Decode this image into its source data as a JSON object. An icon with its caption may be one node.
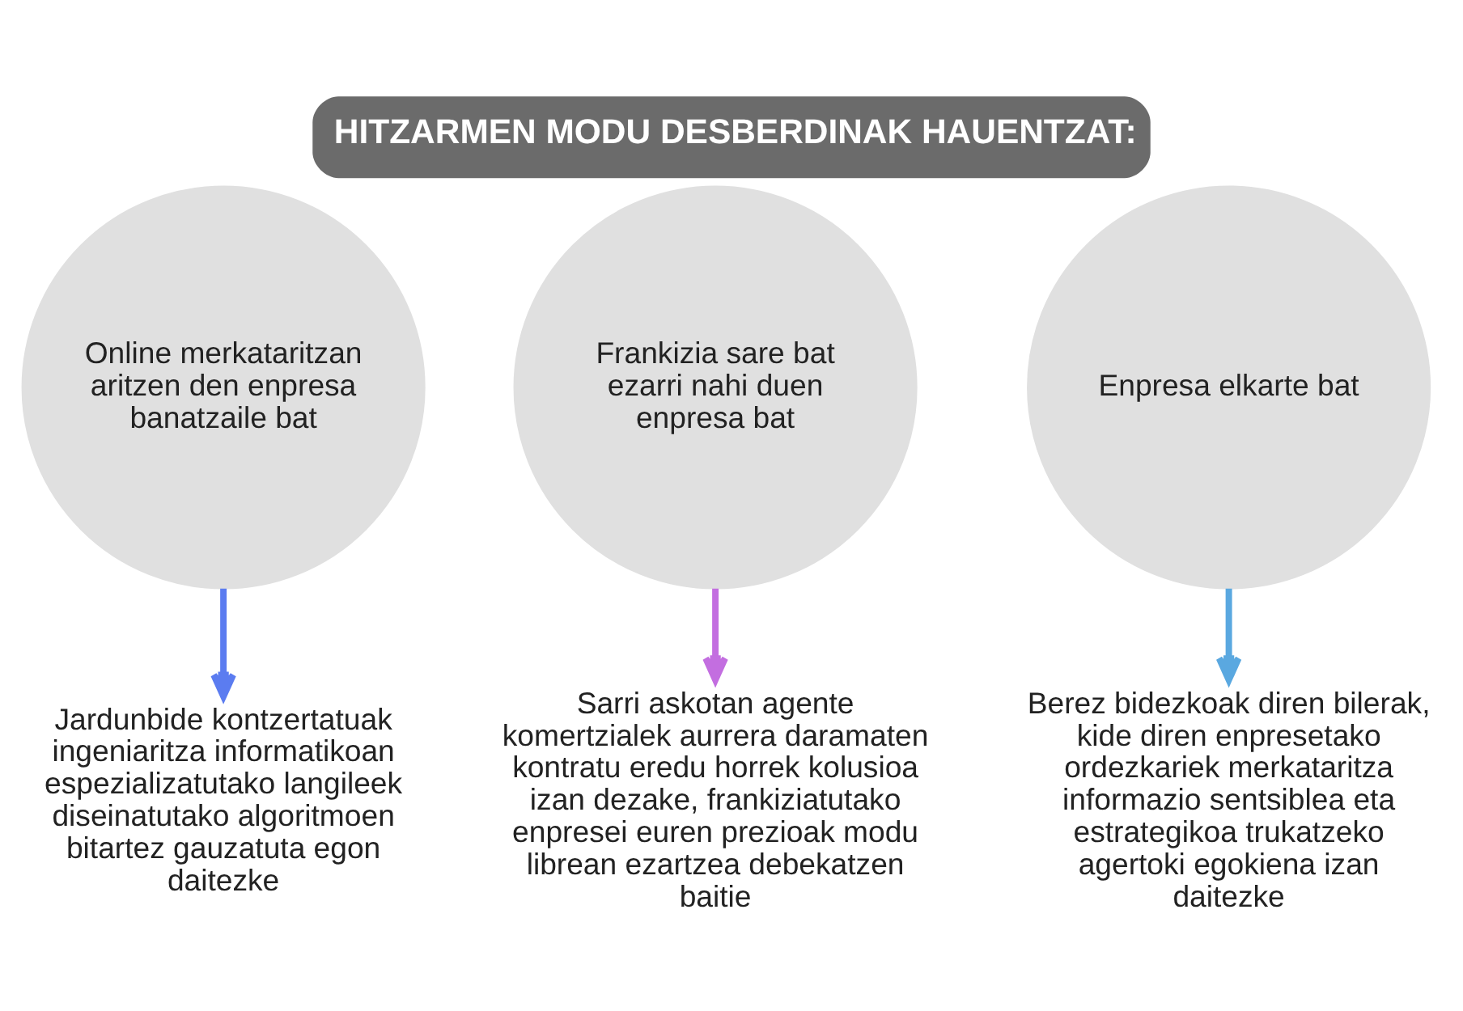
{
  "diagram": {
    "title": "HITZARMEN MODU DESBERDINAK HAUENTZAT:",
    "nodes": [
      {
        "text": [
          "Online merkataritzan aritzen den enpresa banatzaile bat"
        ]
      },
      {
        "text": [
          "Frankizia sare bat ezarri nahi duen enpresa bat"
        ]
      },
      {
        "text": [
          "Enpresa elkarte bat"
        ]
      },
      {
        "text": [
          "Jardunbide kontzertatuak ingeniaritza informatikoan espezializatutako langileek diseinatutako algoritmoen bitartez gauzatuta egon daitezke"
        ]
      },
      {
        "text": [
          "Sarri askotan agente komertzialek aurrera daramaten kontratu eredu horrek kolusioa izan dezake, frankiziatutako enpresei euren prezioak modu librean ezartzea debekatzen baitie"
        ]
      },
      {
        "text": [
          "Berez bidezkoak diren bilerak, kide diren enpresetako ordezkariek merkataritza informazio sentsiblea eta estrategikoa trukatzeko agertoki egokiena izan daitezke"
        ]
      }
    ],
    "edges": [
      {
        "from": 0,
        "to": 3,
        "arrow": "to",
        "color": "#5b7cf0"
      },
      {
        "from": 1,
        "to": 4,
        "arrow": "to",
        "color": "#c36ee0"
      },
      {
        "from": 2,
        "to": 5,
        "arrow": "to",
        "color": "#5aa8e0"
      }
    ]
  }
}
